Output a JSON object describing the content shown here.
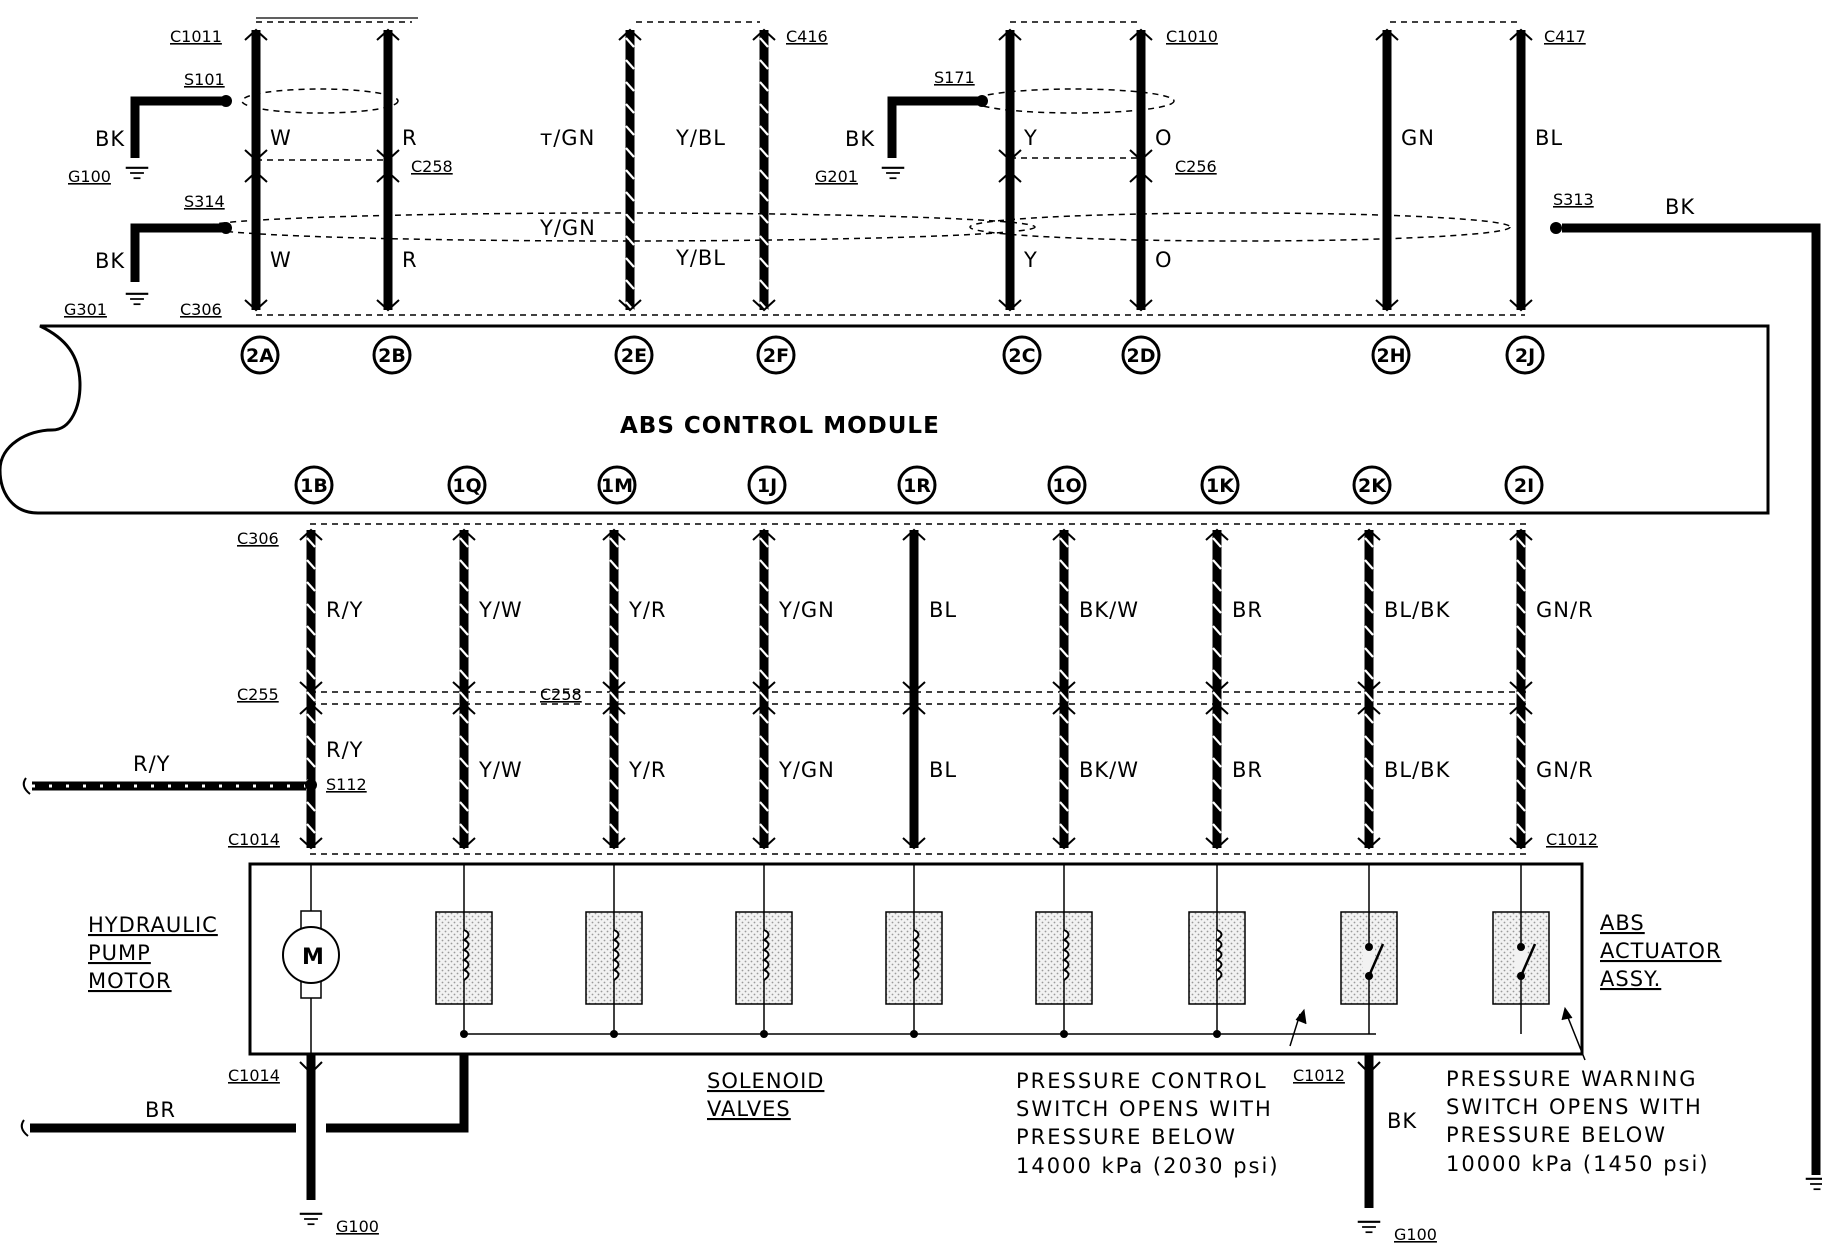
{
  "module_title": "ABS CONTROL MODULE",
  "upper_pins": [
    {
      "id": "2A",
      "top_conn": "C1011",
      "top_color": "W",
      "bottom_color": "W",
      "style": "solid"
    },
    {
      "id": "2B",
      "top_color": "R",
      "mid_conn": "C258",
      "bottom_color": "R",
      "style": "solid"
    },
    {
      "id": "2E",
      "top_color": "Y/GN",
      "bottom_color": "Y/GN",
      "style": "stripe"
    },
    {
      "id": "2F",
      "top_conn": "C416",
      "top_color": "Y/BL",
      "bottom_color": "Y/BL",
      "style": "stripe"
    },
    {
      "id": "2C",
      "top_color": "Y",
      "bottom_color": "Y",
      "style": "solid"
    },
    {
      "id": "2D",
      "top_conn": "C1010",
      "top_color": "O",
      "mid_conn": "C256",
      "bottom_color": "O",
      "style": "solid"
    },
    {
      "id": "2H",
      "top_color": "GN",
      "bottom_color": "",
      "style": "solid"
    },
    {
      "id": "2J",
      "top_conn": "C417",
      "top_color": "BL",
      "bottom_color": "",
      "style": "solid"
    }
  ],
  "upper_labels": {
    "c306": "C306",
    "s101": "S101",
    "s314": "S314",
    "s171": "S171",
    "s313": "S313",
    "g100": "G100",
    "g301": "G301",
    "g201": "G201",
    "bk": "BK",
    "tgn": "т/GN"
  },
  "lower_pins": [
    {
      "id": "1B",
      "upper_color": "R/Y",
      "lower_color": "R/Y",
      "style": "stripe"
    },
    {
      "id": "1Q",
      "upper_color": "Y/W",
      "lower_color": "Y/W",
      "style": "stripe"
    },
    {
      "id": "1M",
      "upper_color": "Y/R",
      "lower_color": "Y/R",
      "style": "stripe"
    },
    {
      "id": "1J",
      "upper_color": "Y/GN",
      "lower_color": "Y/GN",
      "style": "stripe"
    },
    {
      "id": "1R",
      "upper_color": "BL",
      "lower_color": "BL",
      "style": "solid"
    },
    {
      "id": "1O",
      "upper_color": "BK/W",
      "lower_color": "BK/W",
      "style": "stripe"
    },
    {
      "id": "1K",
      "upper_color": "BR",
      "lower_color": "BR",
      "style": "stripe"
    },
    {
      "id": "2K",
      "upper_color": "BL/BK",
      "lower_color": "BL/BK",
      "style": "stripe"
    },
    {
      "id": "2I",
      "upper_color": "GN/R",
      "lower_color": "GN/R",
      "style": "stripe"
    }
  ],
  "lower_labels": {
    "c306": "C306",
    "c255": "C255",
    "c258": "C258",
    "c1014": "C1014",
    "c1012": "C1012",
    "s112": "S112",
    "ry_feed": "R/Y",
    "br": "BR",
    "bk": "BK",
    "g100": "G100",
    "c1014_bottom": "C1014",
    "c1012_bottom": "C1012"
  },
  "actuator": {
    "pump_line1": "HYDRAULIC",
    "pump_line2": "PUMP",
    "pump_line3": "MOTOR",
    "motor_symbol": "M",
    "assy_line1": "ABS",
    "assy_line2": "ACTUATOR",
    "assy_line3": "ASSY.",
    "solenoid_line1": "SOLENOID",
    "solenoid_line2": "VALVES"
  },
  "notes": {
    "pcs1": "PRESSURE CONTROL",
    "pcs2": "SWITCH OPENS WITH",
    "pcs3": "PRESSURE BELOW",
    "pcs4": "14000 kPa (2030 psi)",
    "pws1": "PRESSURE WARNING",
    "pws2": "SWITCH OPENS WITH",
    "pws3": "PRESSURE BELOW",
    "pws4": "10000 kPa (1450 psi)"
  }
}
